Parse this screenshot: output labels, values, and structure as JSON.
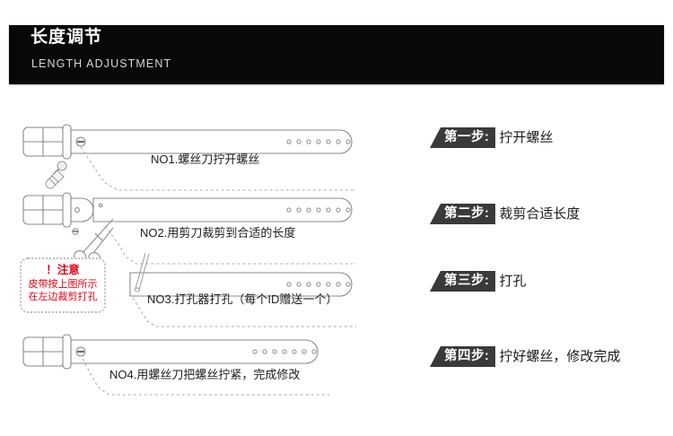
{
  "header": {
    "title_cn": "长度调节",
    "title_en": "LENGTH ADJUSTMENT",
    "bar_color": "#080808"
  },
  "steps": [
    {
      "tag": "第一步:",
      "text": "拧开螺丝"
    },
    {
      "tag": "第二步:",
      "text": "裁剪合适长度"
    },
    {
      "tag": "第三步:",
      "text": "打孔"
    },
    {
      "tag": "第四步:",
      "text": "拧好螺丝，修改完成"
    }
  ],
  "belts": [
    {
      "caption": "NO1.螺丝刀拧开螺丝",
      "tool": "screwdriver-icon"
    },
    {
      "caption": "NO2.用剪刀裁剪到合适的长度",
      "tool": "scissors-icon"
    },
    {
      "caption": "NO3.打孔器打孔（每个ID赠送一个）",
      "tool": "hole-punch-icon"
    },
    {
      "caption": "NO4.用螺丝刀把螺丝拧紧，完成修改",
      "tool": "screwdriver-icon"
    }
  ],
  "warning": {
    "title": "！注意",
    "line1": "皮带按上图所示",
    "line2": "在左边裁剪打孔",
    "color": "#e60012"
  },
  "style": {
    "tag_bg": "#3a3a3a",
    "line_color": "#8a8a8a",
    "hole_count": 7
  }
}
